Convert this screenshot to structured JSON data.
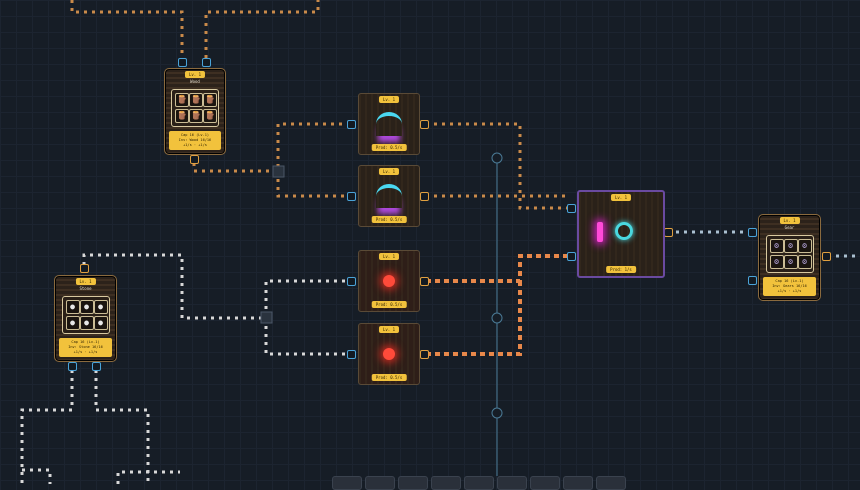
{
  "storages": [
    {
      "id": "wood",
      "level": "Lv. 1",
      "name": "Wood",
      "icon": "🪵",
      "info": [
        "Cap 16 (Lv.1)",
        "Inv: Wood 16/16",
        "+1/s · +1/s"
      ]
    },
    {
      "id": "stone",
      "level": "Lv. 1",
      "name": "Stone",
      "icon": "●",
      "info": [
        "Cap 16 (Lv.1)",
        "Inv: Stone 16/16",
        "+1/s · +1/s"
      ]
    },
    {
      "id": "gear",
      "level": "Lv. 1",
      "name": "Gear",
      "icon": "⚙",
      "info": [
        "Cap 16 (Lv.1)",
        "Inv: Gears 16/16",
        "+1/s · +1/s"
      ]
    }
  ],
  "machines": [
    {
      "level": "Lv. 1",
      "prod": "Prod: 0.5/s",
      "type": "wood-processor"
    },
    {
      "level": "Lv. 1",
      "prod": "Prod: 0.5/s",
      "type": "wood-processor"
    },
    {
      "level": "Lv. 1",
      "prod": "Prod: 0.5/s",
      "type": "stone-smelter"
    },
    {
      "level": "Lv. 1",
      "prod": "Prod: 0.5/s",
      "type": "stone-smelter"
    }
  ],
  "assembler": {
    "level": "Lv. 1",
    "prod": "Prod: 1/s"
  },
  "toolbar_slots": 9,
  "colors": {
    "accent": "#f2c23c",
    "port_in": "#4aa3d8",
    "port_out": "#e0a040",
    "belt_wood": "#c98a4a",
    "belt_stone": "#d8d8d8",
    "belt_out": "#e8884a"
  }
}
